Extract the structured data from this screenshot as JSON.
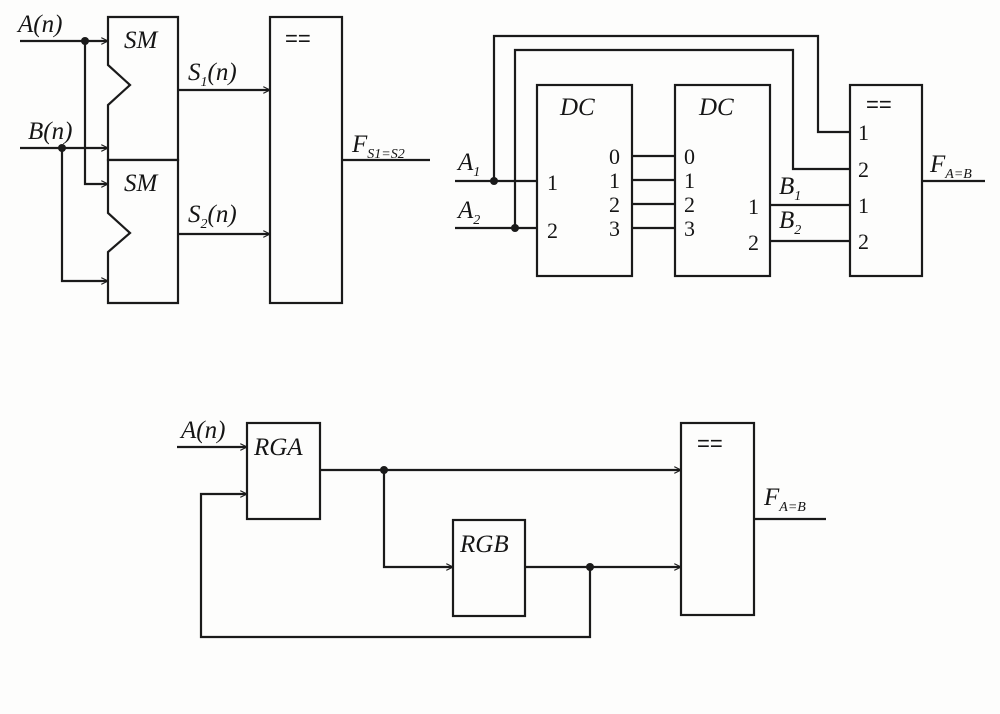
{
  "diagram1": {
    "input_a": "A(n)",
    "input_b": "B(n)",
    "adder_top": "SM",
    "adder_bottom": "SM",
    "s1_main": "S",
    "s1_sub": "1",
    "s1_rest": "(n)",
    "s2_main": "S",
    "s2_sub": "2",
    "s2_rest": "(n)",
    "comparator": "==",
    "output_main": "F",
    "output_sub": "S1=S2"
  },
  "diagram2": {
    "input_a1_main": "A",
    "input_a1_sub": "1",
    "input_a2_main": "A",
    "input_a2_sub": "2",
    "decoder_left": "DC",
    "decoder_right": "DC",
    "dc_left_inputs": [
      "1",
      "2"
    ],
    "dc_left_outputs": [
      "0",
      "1",
      "2",
      "3"
    ],
    "dc_right_inputs": [
      "0",
      "1",
      "2",
      "3"
    ],
    "dc_right_outputs": [
      "1",
      "2"
    ],
    "b1_main": "B",
    "b1_sub": "1",
    "b2_main": "B",
    "b2_sub": "2",
    "comparator": "==",
    "comp_inputs": [
      "1",
      "2",
      "1",
      "2"
    ],
    "output_main": "F",
    "output_sub": "A=B"
  },
  "diagram3": {
    "input_a": "A(n)",
    "register_a": "RGA",
    "register_b": "RGB",
    "comparator": "==",
    "output_main": "F",
    "output_sub": "A=B"
  }
}
